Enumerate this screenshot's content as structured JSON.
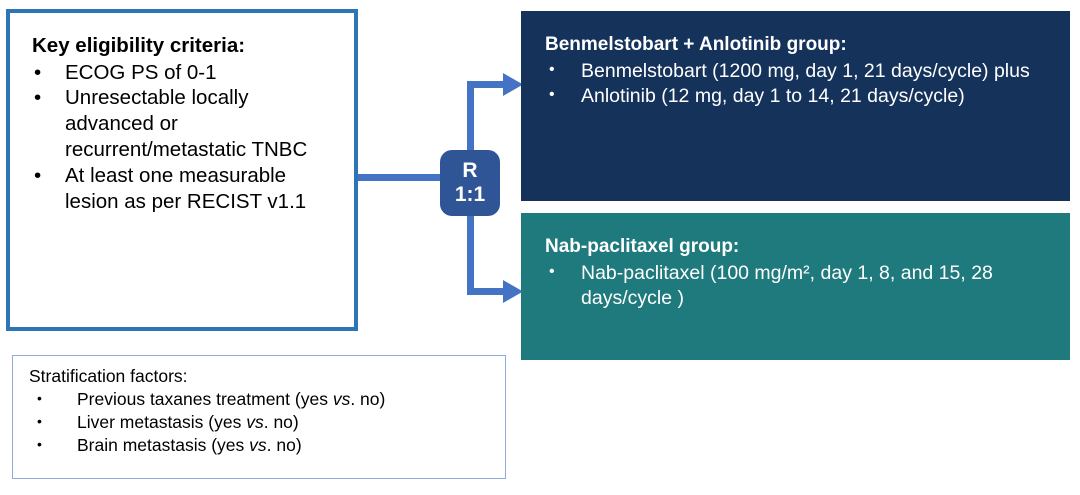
{
  "eligibility": {
    "heading": "Key eligibility criteria:",
    "bullet_glyph": "•",
    "items": [
      "ECOG PS of 0-1",
      "Unresectable locally advanced or recurrent/metastatic TNBC",
      "At least one measurable lesion as per RECIST v1.1"
    ]
  },
  "stratification": {
    "heading": "Stratification factors:",
    "bullet_glyph": "•",
    "items": [
      {
        "text_before": "Previous taxanes treatment (yes ",
        "emphasis": "vs",
        "text_after": ". no)"
      },
      {
        "text_before": "Liver metastasis (yes ",
        "emphasis": "vs",
        "text_after": ". no)"
      },
      {
        "text_before": "Brain metastasis (yes ",
        "emphasis": "vs",
        "text_after": ". no)"
      }
    ]
  },
  "randomization": {
    "label": "R",
    "ratio": "1:1"
  },
  "arms": [
    {
      "id": "experimental",
      "heading": "Benmelstobart + Anlotinib group:",
      "bullet_glyph": "•",
      "items": [
        "Benmelstobart (1200 mg, day 1, 21 days/cycle) plus",
        "Anlotinib (12 mg, day 1 to 14, 21 days/cycle)"
      ]
    },
    {
      "id": "control",
      "heading": "Nab-paclitaxel group:",
      "bullet_glyph": "•",
      "items": [
        "Nab-paclitaxel (100 mg/m², day 1, 8, and 15, 28 days/cycle  )"
      ]
    }
  ],
  "colors": {
    "eligibility_border": "#2E75B6",
    "stratification_border": "#8FAADC",
    "experimental_fill": "#15325B",
    "control_fill": "#1F7A7D",
    "badge_fill": "#2F5597",
    "connector": "#4472C4",
    "text_dark": "#000000",
    "text_light": "#FFFFFF"
  }
}
